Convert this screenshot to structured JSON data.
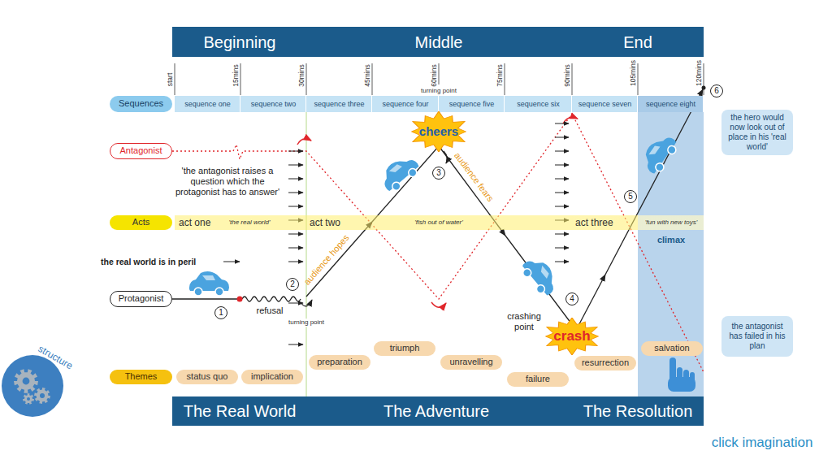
{
  "diagram": {
    "nodes": [
      {
        "text": [
          "Beginning",
          "Middle",
          "End"
        ]
      },
      {
        "text": [
          "Sequences"
        ]
      },
      {
        "text": [
          "sequence one"
        ]
      },
      {
        "text": [
          "sequence two"
        ]
      },
      {
        "text": [
          "sequence three"
        ]
      },
      {
        "text": [
          "sequence four"
        ]
      },
      {
        "text": [
          "sequence five"
        ]
      },
      {
        "text": [
          "sequence six"
        ]
      },
      {
        "text": [
          "sequence seven"
        ]
      },
      {
        "text": [
          "sequence eight"
        ]
      },
      {
        "text": [
          "cheers"
        ]
      },
      {
        "text": [
          "Antagonist"
        ]
      },
      {
        "text": [
          "Acts"
        ]
      },
      {
        "text": [
          "act one",
          "'the real world'"
        ]
      },
      {
        "text": [
          "act two",
          "'fish out of water'"
        ]
      },
      {
        "text": [
          "act three",
          "'fun with new toys'"
        ]
      },
      {
        "text": [
          "Protagonist"
        ]
      },
      {
        "text": [
          "crash"
        ]
      },
      {
        "text": [
          "Themes"
        ]
      },
      {
        "text": [
          "status quo"
        ]
      },
      {
        "text": [
          "implication"
        ]
      },
      {
        "text": [
          "preparation"
        ]
      },
      {
        "text": [
          "triumph"
        ]
      },
      {
        "text": [
          "unravelling"
        ]
      },
      {
        "text": [
          "failure"
        ]
      },
      {
        "text": [
          "resurrection"
        ]
      },
      {
        "text": [
          "salvation"
        ]
      },
      {
        "text": [
          "The Real World",
          "The Adventure",
          "The Resolution"
        ]
      },
      {
        "text": [
          "the hero would now look out of place in his 'real world'"
        ]
      },
      {
        "text": [
          "the antagonist has failed in his plan"
        ]
      },
      {
        "text": [
          "structure"
        ]
      }
    ],
    "labels": [
      "start",
      "15mins",
      "30mins",
      "45mins",
      "60mins",
      "75mins",
      "90mins",
      "105mins",
      "120mins",
      "turning point",
      "'the antagonist raises a question which the protagonist has to answer'",
      "the real world is in peril",
      "refusal",
      "turning point",
      "audience hopes",
      "audience fears",
      "crashing point",
      "1",
      "2",
      "3",
      "4",
      "5",
      "6",
      "climax",
      "click imagination"
    ]
  }
}
